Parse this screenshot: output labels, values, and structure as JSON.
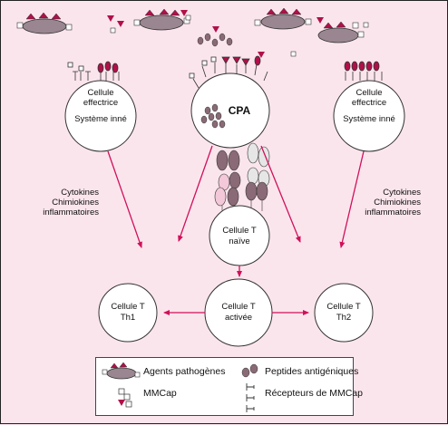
{
  "cells": {
    "effector_left": {
      "line1": "Cellule",
      "line2": "effectrice",
      "line3": "Système inné"
    },
    "cpa": {
      "label": "CPA"
    },
    "effector_right": {
      "line1": "Cellule",
      "line2": "effectrice",
      "line3": "Système inné"
    },
    "naive": {
      "line1": "Cellule T",
      "line2": "naïve"
    },
    "activated": {
      "line1": "Cellule T",
      "line2": "activée"
    },
    "th1": {
      "line1": "Cellule T",
      "line2": "Th1"
    },
    "th2": {
      "line1": "Cellule T",
      "line2": "Th2"
    }
  },
  "side_labels": {
    "left": [
      "Cytokines",
      "Chimiokines",
      "inflammatoires"
    ],
    "right": [
      "Cytokines",
      "Chimiokines",
      "inflammatoires"
    ]
  },
  "legend": {
    "pathogens": "Agents pathogènes",
    "mmcap": "MMCap",
    "peptides": "Peptides antigéniques",
    "receptors": "Récepteurs de MMCap"
  },
  "colors": {
    "background": "#fbe5ed",
    "arrow": "#d0105a",
    "pathogen": "#9a8690",
    "accent": "#b0104a",
    "peptide": "#8a6a76"
  }
}
